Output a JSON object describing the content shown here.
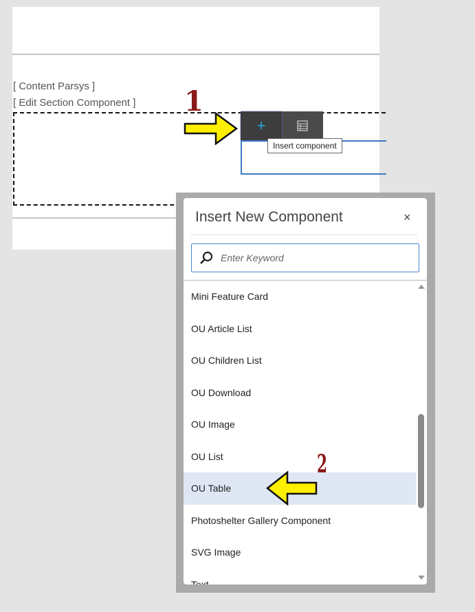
{
  "page": {
    "labels": [
      "[ Content Parsys ]",
      "[ Edit Section Component ]"
    ]
  },
  "toolbar": {
    "insert_icon": "plus-icon",
    "layout_icon": "table-icon",
    "tooltip": "Insert component"
  },
  "dialog": {
    "title": "Insert New Component",
    "close": "×",
    "search_placeholder": "Enter Keyword",
    "items": [
      "Mini Feature Card",
      "OU Article List",
      "OU Children List",
      "OU Download",
      "OU Image",
      "OU List",
      "OU Table",
      "Photoshelter Gallery Component",
      "SVG Image",
      "Text"
    ],
    "selected": "OU Table"
  },
  "annotations": {
    "step1": "1",
    "step2": "2",
    "arrow_color": "#ffef00",
    "number_color": "#8a1a1a"
  }
}
